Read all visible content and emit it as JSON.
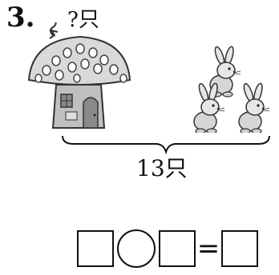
{
  "problem": {
    "number": "3.",
    "question_label": "?只",
    "total_label": "13只"
  },
  "equation": {
    "operator_slot": "circle",
    "equals": "="
  },
  "icons": {
    "house": "mushroom-house-icon",
    "animals": "rabbit-icon"
  },
  "visible_rabbit_count": 3
}
